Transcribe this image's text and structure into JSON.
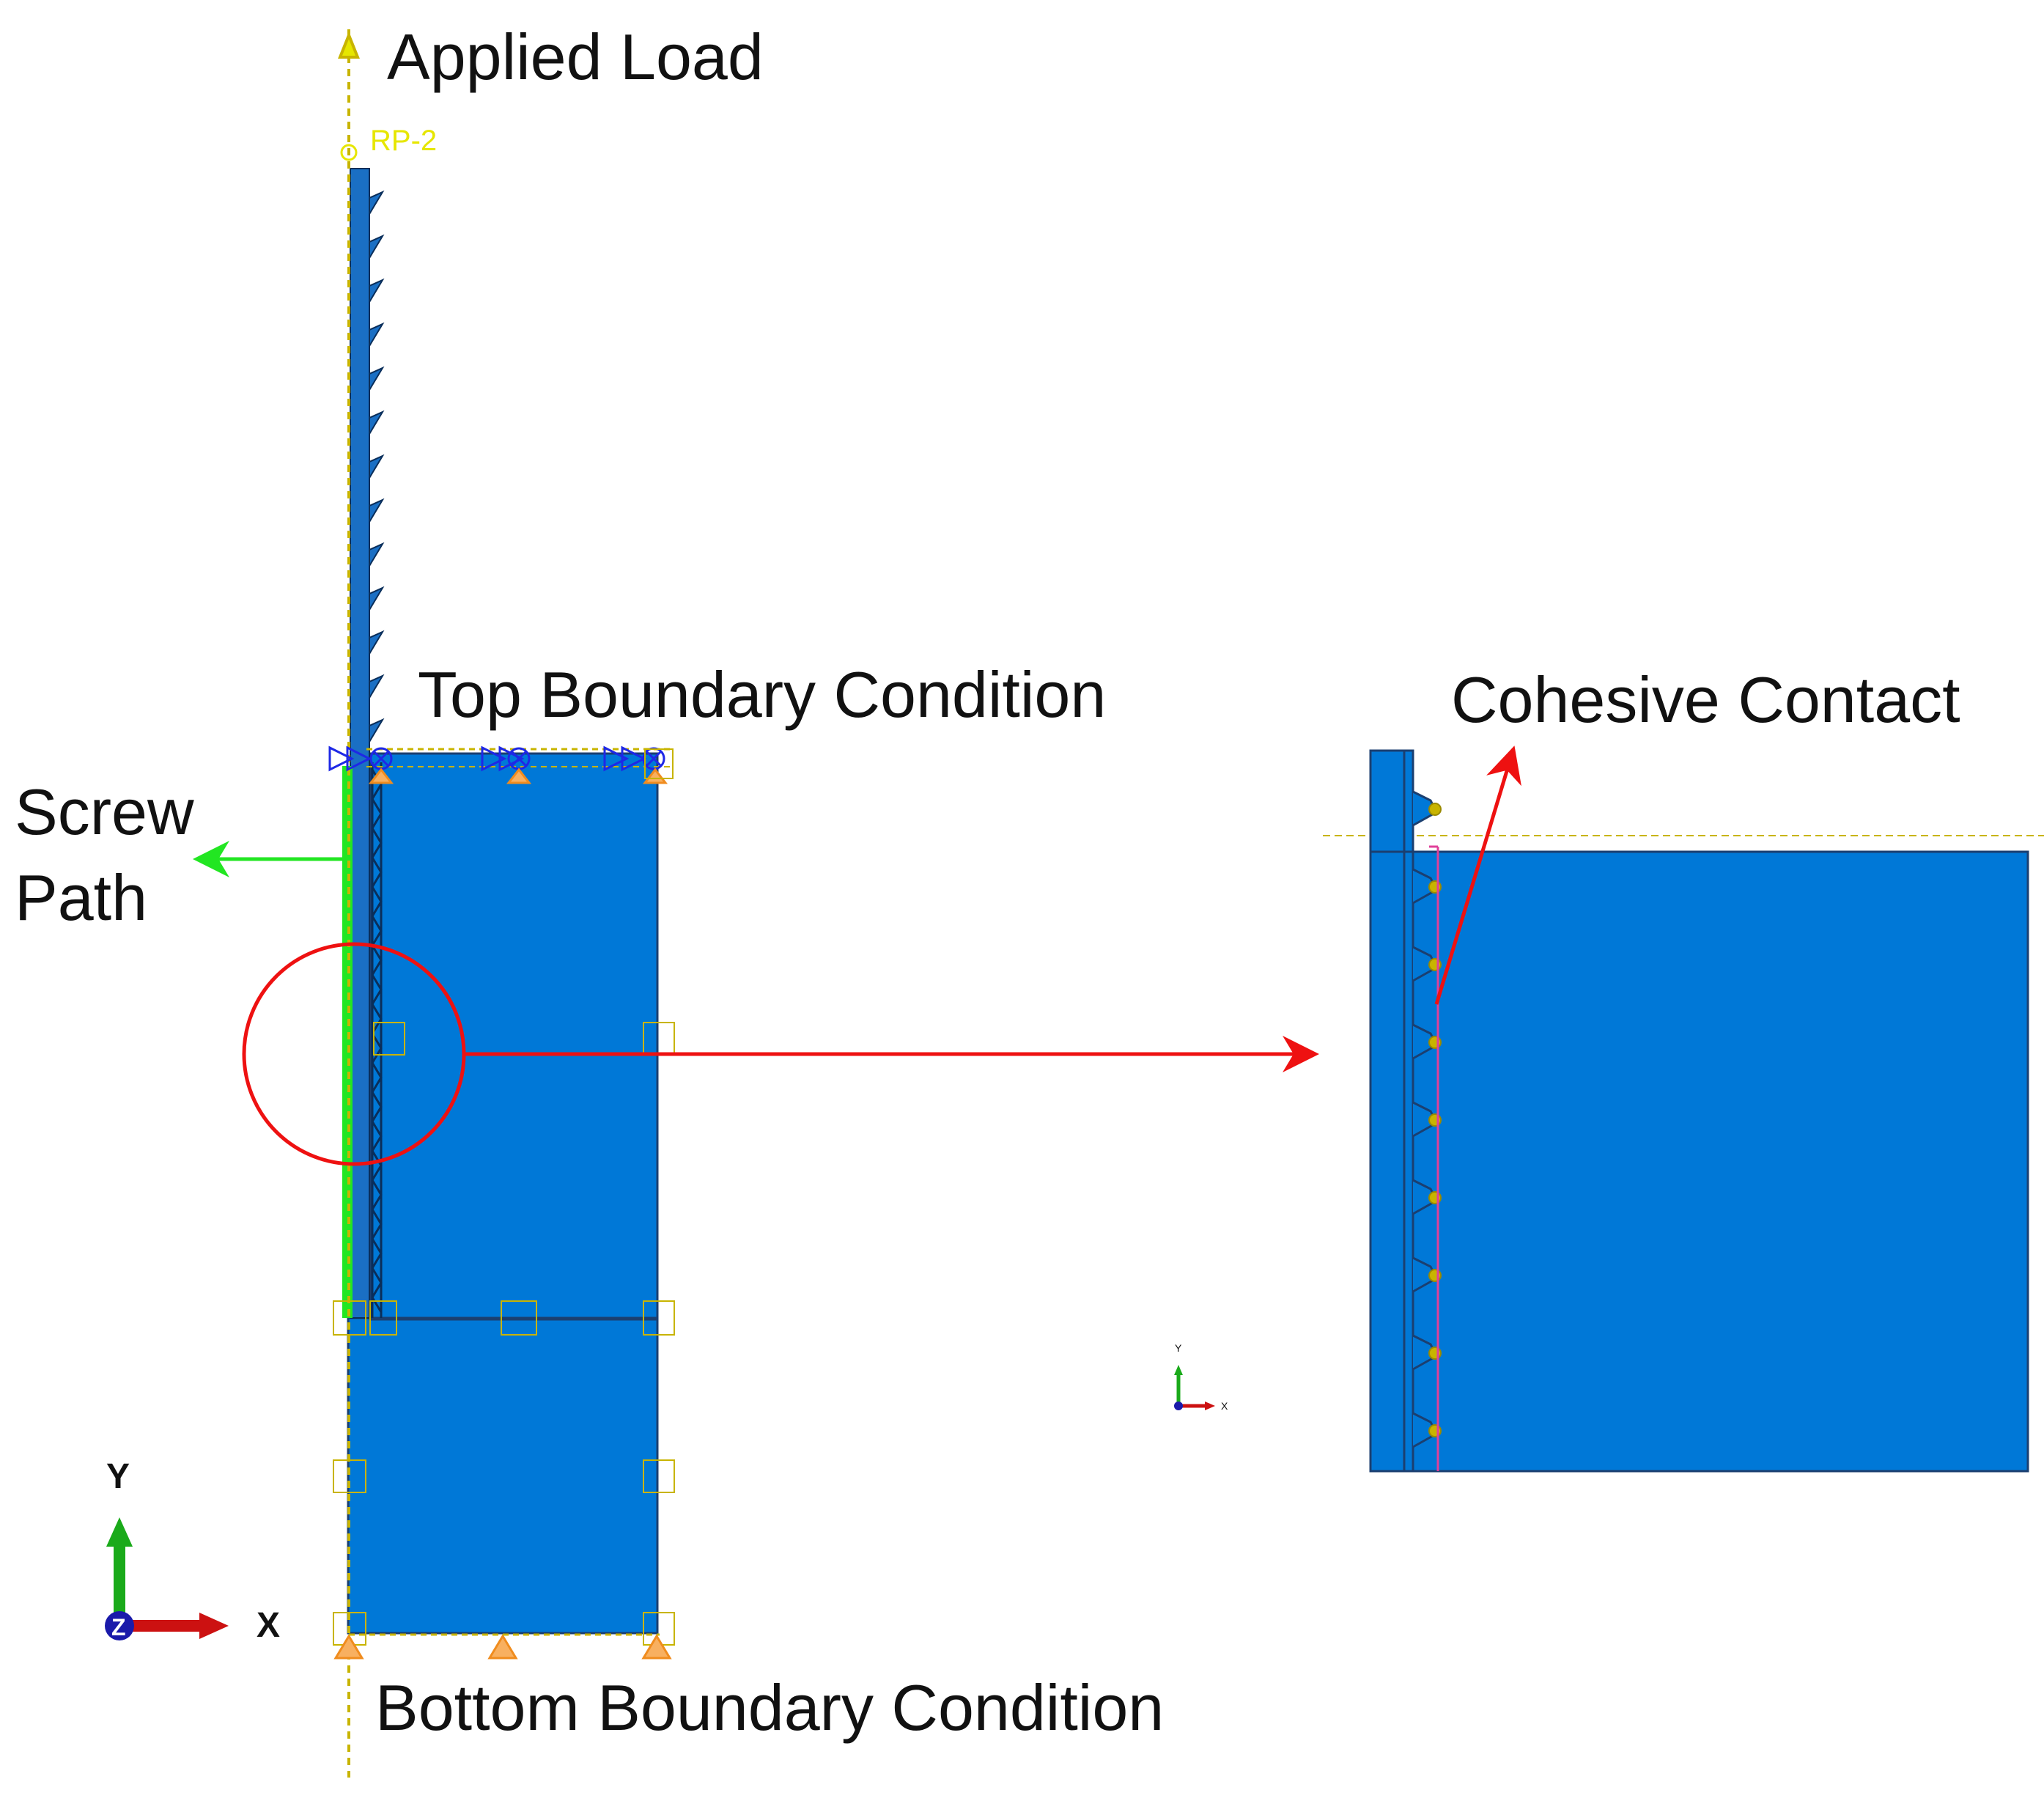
{
  "labels": {
    "applied_load": "Applied Load",
    "rp": "RP-2",
    "top_bc": "Top Boundary Condition",
    "cohesive_contact": "Cohesive Contact",
    "screw_path_line1": "Screw",
    "screw_path_line2": "Path",
    "bottom_bc": "Bottom Boundary Condition"
  },
  "triad_large": {
    "y": "Y",
    "x": "X",
    "z": "Z"
  },
  "triad_small": {
    "y": "Y",
    "x": "X"
  },
  "colors": {
    "model_blue": "#0078d7",
    "screw_blue": "#1a6fc4",
    "screw_path_green": "#22e622",
    "annotation_red": "#ee1111",
    "load_yellow": "#c8b400",
    "rp_yellow": "#e6e600",
    "bc_orange": "#f08c1e",
    "bc_blue": "#1e28e6",
    "contact_pink": "#e0409a"
  }
}
